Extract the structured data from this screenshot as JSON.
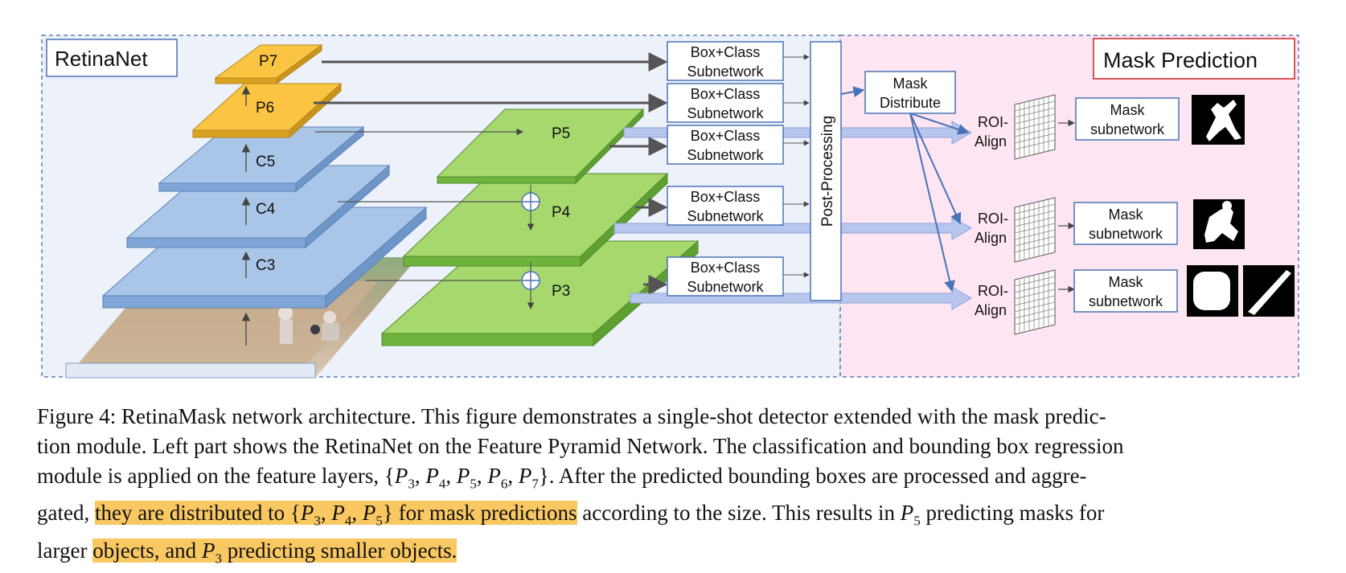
{
  "figure": {
    "left_title": "RetinaNet",
    "right_title": "Mask Prediction",
    "backbone_layers": [
      "C3",
      "C4",
      "C5"
    ],
    "head_layers": [
      "P6",
      "P7"
    ],
    "fpn_layers": [
      "P5",
      "P4",
      "P3"
    ],
    "box_class_line1": "Box+Class",
    "box_class_line2": "Subnetwork",
    "post_processing": "Post-Processing",
    "mask_distribute_line1": "Mask",
    "mask_distribute_line2": "Distribute",
    "roi_line1": "ROI-",
    "roi_line2": "Align",
    "mask_sub_line1": "Mask",
    "mask_sub_line2": "subnetwork",
    "colors": {
      "retinanet_bg": "#edf2fa",
      "mask_bg": "#fde5f2",
      "backbone_fill": "#a9c6e8",
      "head_fill": "#fbc443",
      "fpn_fill": "#a6d86e",
      "box_border": "#4a73b5",
      "mask_title_border": "#cc2222",
      "highlight": "#f9c862"
    }
  },
  "caption": {
    "l1a": "Figure 4: RetinaMask network architecture. This figure demonstrates a single-shot detector extended with the mask predic-",
    "l2a": "tion module. Left part shows the RetinaNet on the Feature Pyramid Network. The classification and bounding box regression",
    "l3a": "module is applied on the feature layers, {",
    "l3b": "3",
    "l3c": ", ",
    "l3d": "4",
    "l3e": ", ",
    "l3f": "5",
    "l3g": ", ",
    "l3h": "6",
    "l3i": ", ",
    "l3j": "7",
    "l3k": "}. After the predicted bounding boxes are processed and aggre-",
    "l4a": "gated, ",
    "l4b": "they are distributed to {",
    "l4c": "3",
    "l4d": ", ",
    "l4e": "4",
    "l4f": ", ",
    "l4g": "5",
    "l4h": "} for mask predictions",
    "l4i": " according to the size. This results in ",
    "l4j": "5",
    "l4k": " predicting masks for",
    "l5a": "larger ",
    "l5b": "objects, and ",
    "l5c": "3",
    "l5d": " predicting smaller objects.",
    "p": "P"
  }
}
